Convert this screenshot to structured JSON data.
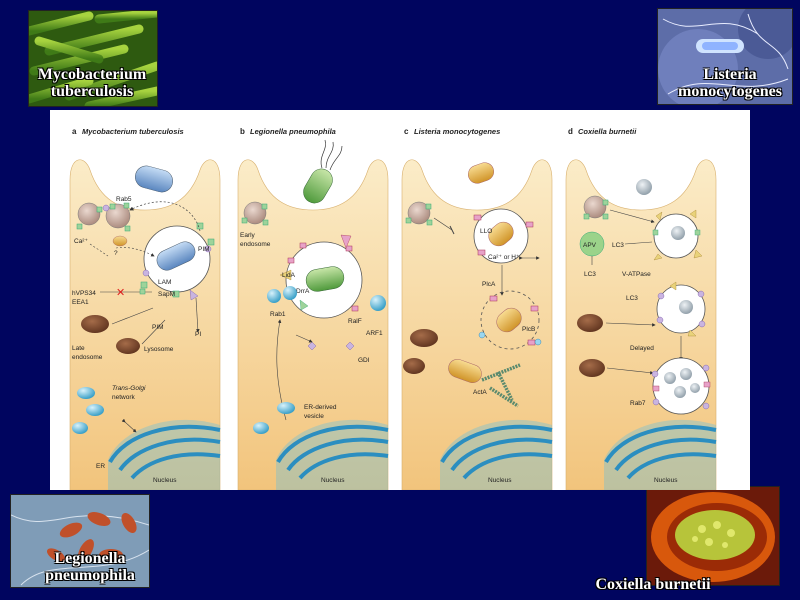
{
  "photos": {
    "mtb_caption": "Mycobacterium tuberculosis",
    "listeria_caption": "Listeria monocytogenes",
    "legionella_caption": "Legionella pneumophila",
    "coxiella_caption": "Coxiella burnetii"
  },
  "panels": {
    "a": {
      "letter": "a",
      "title": "Mycobacterium tuberculosis",
      "labels": {
        "rab5": "Rab5",
        "ca": "Ca²⁺",
        "hvps34": "hVPS34",
        "eea1": "EEA1",
        "q": "?",
        "lam": "LAM",
        "sapm": "SapM",
        "pim1": "PIM",
        "pim2": "PIM",
        "pi": "PI",
        "lysosome": "Lysosome",
        "late_endosome": "Late",
        "late_endosome2": "endosome",
        "tgn1": "Trans-Golgi",
        "tgn2": "network",
        "er": "ER",
        "nucleus": "Nucleus"
      }
    },
    "b": {
      "letter": "b",
      "title": "Legionella pneumophila",
      "labels": {
        "early1": "Early",
        "early2": "endosome",
        "lida": "LidA",
        "drra": "DrrA",
        "rab1": "Rab1",
        "ralf": "RalF",
        "arf1": "ARF1",
        "gdi": "GDI",
        "erv1": "ER-derived",
        "erv2": "vesicle",
        "nucleus": "Nucleus"
      }
    },
    "c": {
      "letter": "c",
      "title": "Listeria monocytogenes",
      "labels": {
        "llo": "LLO",
        "ca": "Ca²⁺ or H⁺",
        "plca": "PlcA",
        "plcb": "PlcB",
        "acta": "ActA",
        "nucleus": "Nucleus"
      }
    },
    "d": {
      "letter": "d",
      "title": "Coxiella burnetii",
      "labels": {
        "apv": "APV",
        "lc3a": "LC3",
        "lc3b": "LC3",
        "vatpase": "V-ATPase",
        "lc3c": "LC3",
        "delayed": "Delayed",
        "rab7": "Rab7",
        "nucleus": "Nucleus"
      }
    }
  }
}
